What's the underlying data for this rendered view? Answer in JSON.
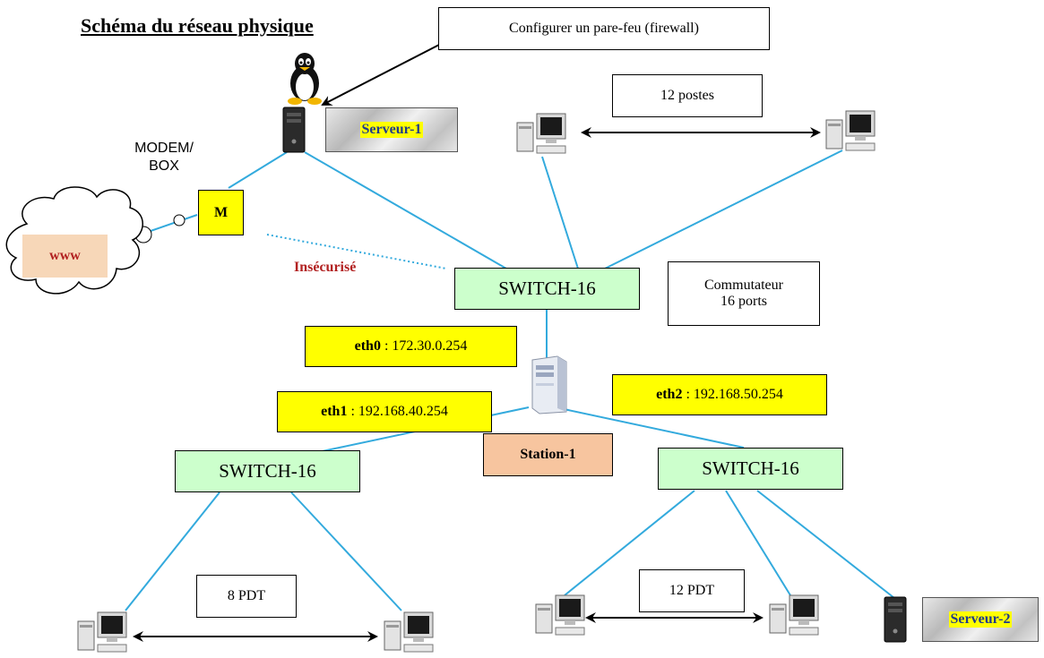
{
  "title": "Schéma du réseau physique",
  "firewall_note": "Configurer un pare-feu (firewall)",
  "server1_label": "Serveur-1",
  "server2_label": "Serveur-2",
  "modem": {
    "caption_line1": "MODEM/",
    "caption_line2": "BOX",
    "label": "M"
  },
  "internet_label": "www",
  "insecure_label": "Insécurisé",
  "top_group_label": "12 postes",
  "switch_label": "SWITCH-16",
  "switch_note_line1": "Commutateur",
  "switch_note_line2": "16 ports",
  "interfaces": {
    "eth0": {
      "name": "eth0",
      "addr": ": 172.30.0.254"
    },
    "eth1": {
      "name": "eth1",
      "addr": ": 192.168.40.254"
    },
    "eth2": {
      "name": "eth2",
      "addr": ": 192.168.50.254"
    }
  },
  "station_label": "Station-1",
  "left_group_label": "8 PDT",
  "right_group_label": "12 PDT",
  "colors": {
    "link": "#33aadd",
    "switch_fill": "#ccffcc",
    "ip_fill": "#ffff00",
    "station_fill": "#f7c59f",
    "insecure_text": "#b22222"
  },
  "icons": [
    "linux-penguin-icon",
    "tower-server-icon",
    "desktop-computer-icon",
    "cloud-icon",
    "double-arrow-icon"
  ]
}
